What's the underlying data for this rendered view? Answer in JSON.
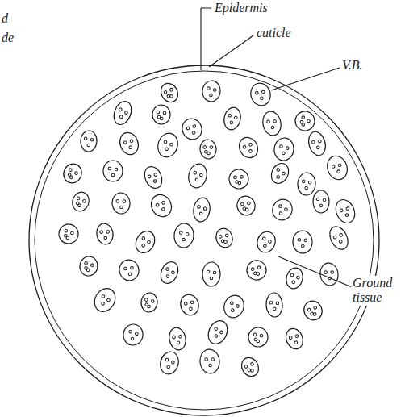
{
  "diagram": {
    "labels": [
      "d",
      "de",
      "Epidermis",
      "cuticle",
      "V.B.",
      "Ground tissue"
    ]
  }
}
